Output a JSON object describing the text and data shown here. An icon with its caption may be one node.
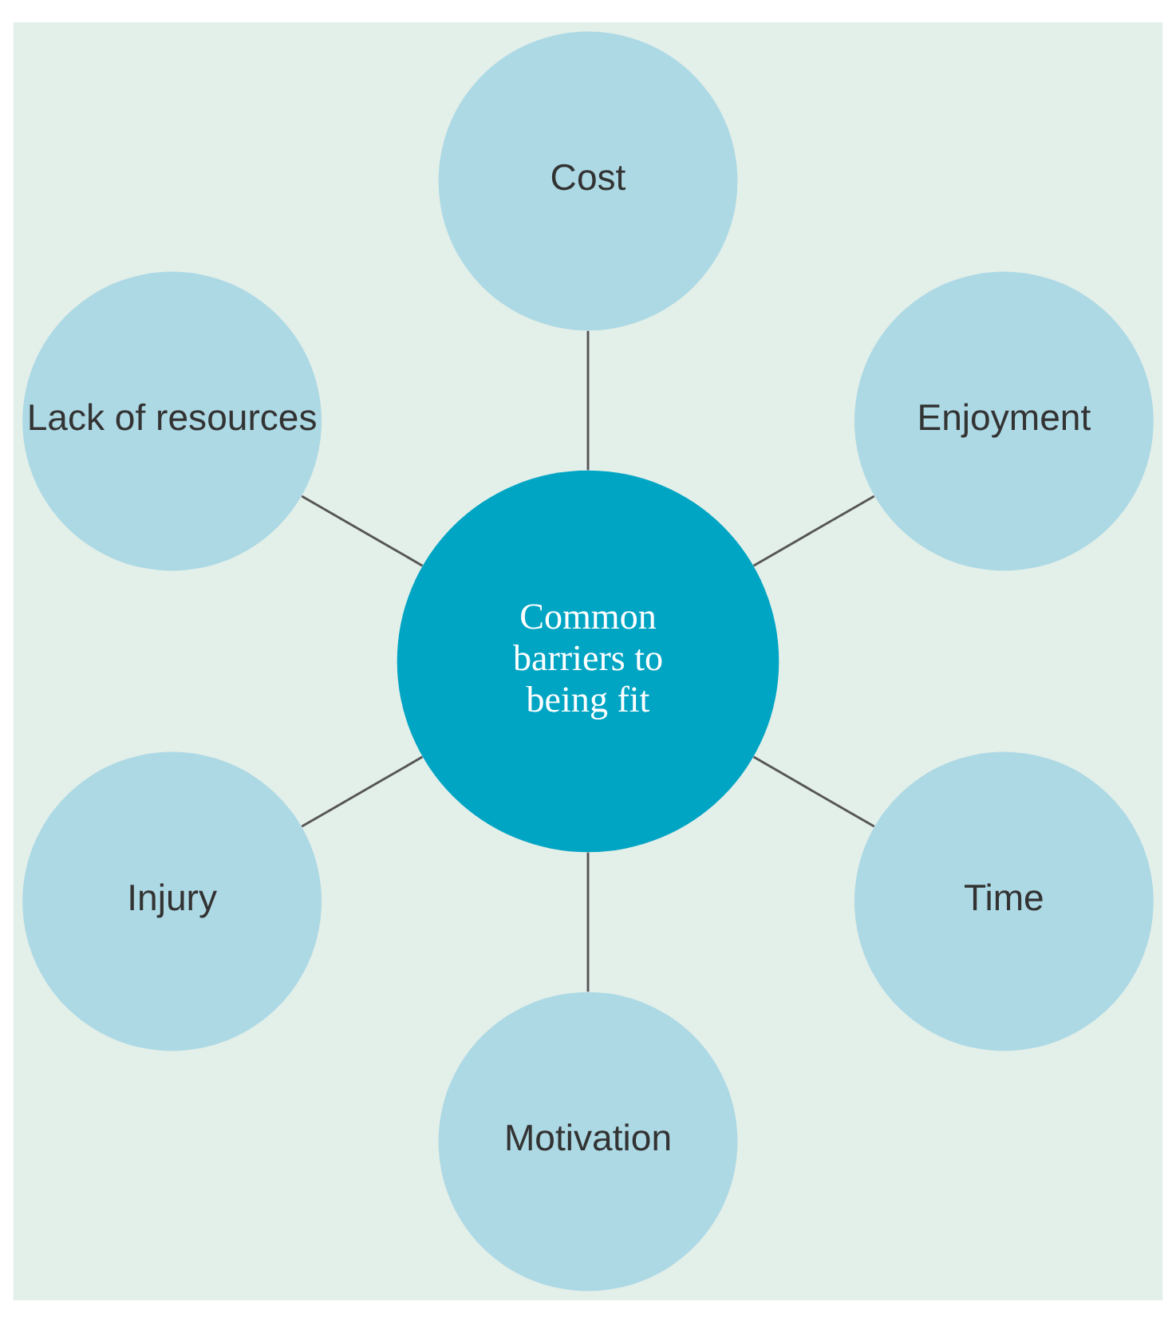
{
  "diagram": {
    "nodes": [
      {
        "text": [
          "Common barriers to being fit"
        ]
      },
      {
        "text": [
          "Enjoyment"
        ]
      },
      {
        "text": [
          "Cost"
        ]
      },
      {
        "text": [
          "Lack of resources"
        ]
      },
      {
        "text": [
          "Injury"
        ]
      },
      {
        "text": [
          "Motivation"
        ]
      },
      {
        "text": [
          "Time"
        ]
      }
    ],
    "edges": [
      {
        "from": 0,
        "to": 1,
        "arrow": "none"
      },
      {
        "from": 0,
        "to": 2,
        "arrow": "none"
      },
      {
        "from": 0,
        "to": 3,
        "arrow": "none"
      },
      {
        "from": 0,
        "to": 4,
        "arrow": "none"
      },
      {
        "from": 0,
        "to": 5,
        "arrow": "none"
      },
      {
        "from": 0,
        "to": 6,
        "arrow": "none"
      }
    ]
  }
}
